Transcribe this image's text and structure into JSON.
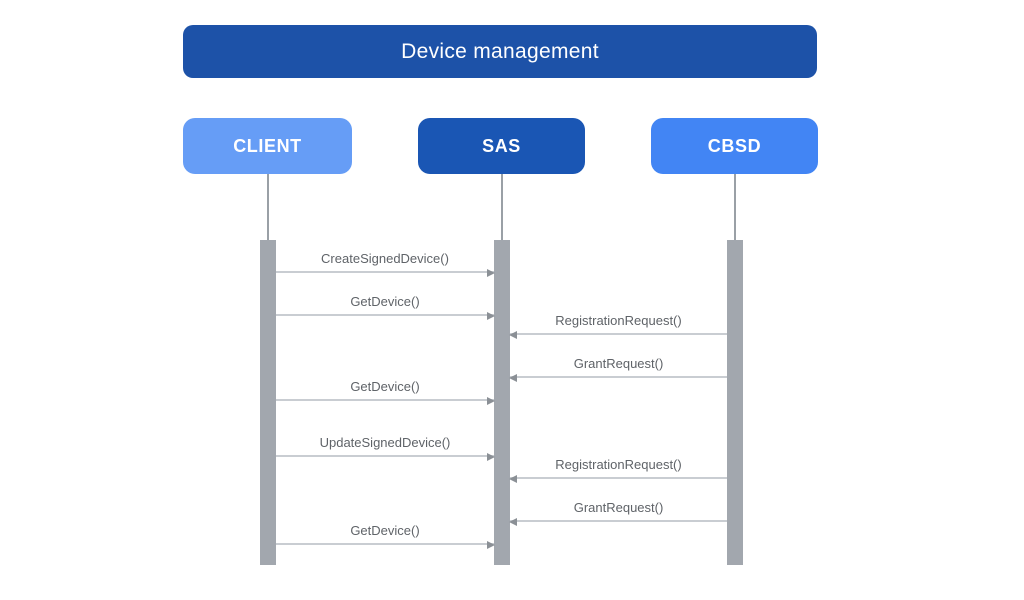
{
  "diagram": {
    "title": "Device management",
    "actors": [
      {
        "id": "client",
        "label": "CLIENT",
        "color": "#669df6"
      },
      {
        "id": "sas",
        "label": "SAS",
        "color": "#1a56b4"
      },
      {
        "id": "cbsd",
        "label": "CBSD",
        "color": "#4285f4"
      }
    ],
    "messages": [
      {
        "label": "CreateSignedDevice()",
        "from": "CLIENT",
        "to": "SAS"
      },
      {
        "label": "GetDevice()",
        "from": "CLIENT",
        "to": "SAS"
      },
      {
        "label": "RegistrationRequest()",
        "from": "CBSD",
        "to": "SAS"
      },
      {
        "label": "GrantRequest()",
        "from": "CBSD",
        "to": "SAS"
      },
      {
        "label": "GetDevice()",
        "from": "CLIENT",
        "to": "SAS"
      },
      {
        "label": "UpdateSignedDevice()",
        "from": "CLIENT",
        "to": "SAS"
      },
      {
        "label": "RegistrationRequest()",
        "from": "CBSD",
        "to": "SAS"
      },
      {
        "label": "GrantRequest()",
        "from": "CBSD",
        "to": "SAS"
      },
      {
        "label": "GetDevice()",
        "from": "CLIENT",
        "to": "SAS"
      }
    ],
    "colors": {
      "background": "#ffffff",
      "title_bg": "#1d52a8",
      "title_text": "#ffffff",
      "actor_text": "#ffffff",
      "lifeline": "#9aa0a6",
      "activation_bar": "#a2a7ae",
      "arrow_line": "#c9cdd2",
      "arrow_head": "#8b9096",
      "message_text": "#5f6368"
    }
  }
}
